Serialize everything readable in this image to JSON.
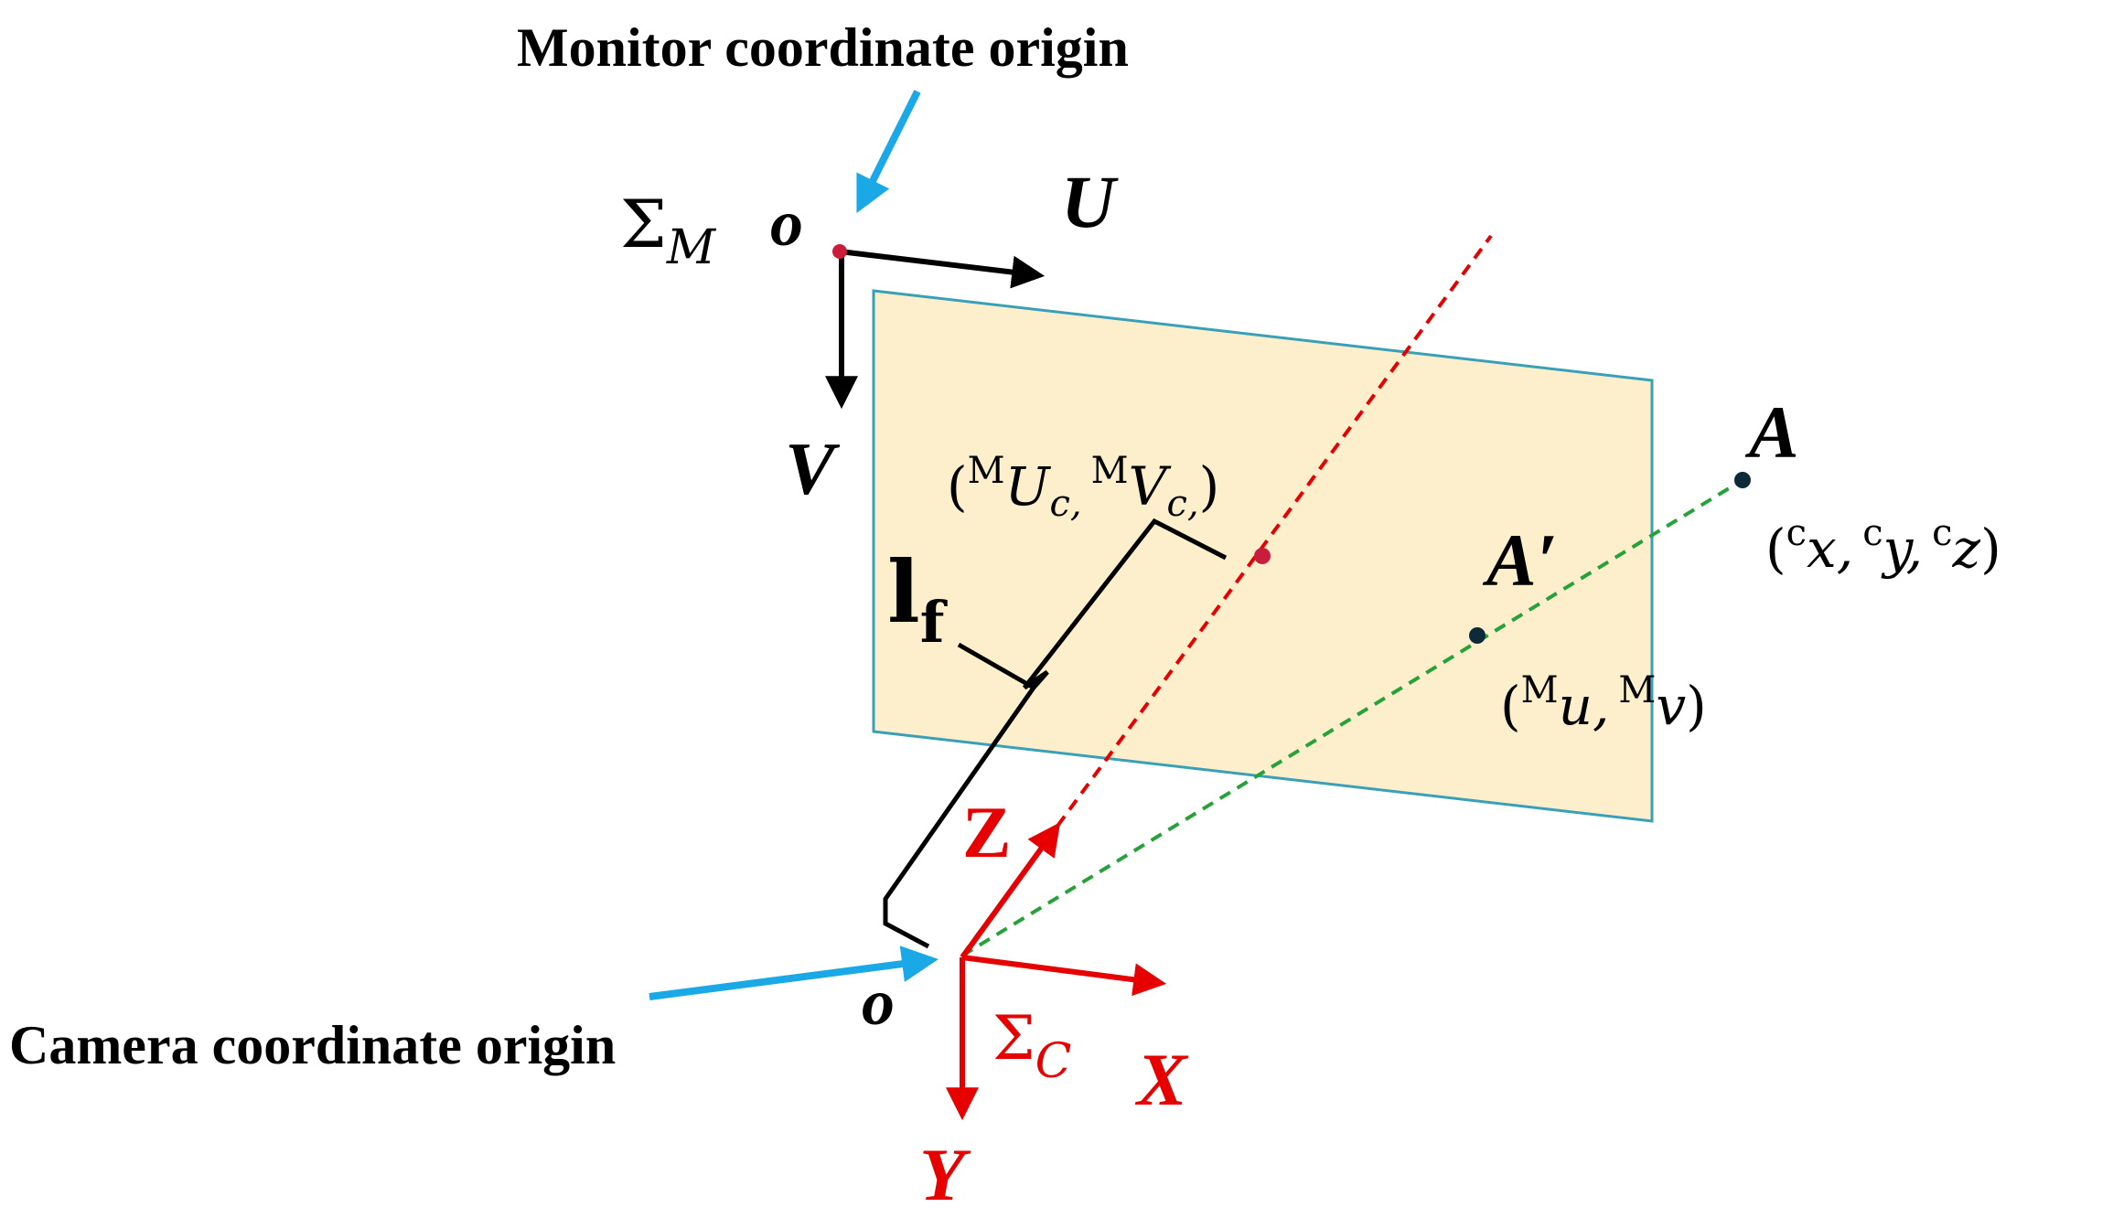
{
  "colors": {
    "black": "#000000",
    "red": "#e60000",
    "blue": "#1aa9e6",
    "green": "#27a23a",
    "plane_fill": "#fdefcc",
    "plane_stroke": "#3aa0b8",
    "point_dark": "#0d2a38",
    "point_red": "#c81e3c"
  },
  "labels": {
    "monitor_origin_caption": "Monitor coordinate origin",
    "camera_origin_caption": "Camera coordinate origin",
    "sigma_m_main": "Σ",
    "sigma_m_sub": "M",
    "monitor_o": "o",
    "axis_u": "U",
    "axis_v": "V",
    "camera_o": "o",
    "sigma_c_main": "Σ",
    "sigma_c_sub": "C",
    "axis_x": "X",
    "axis_y": "Y",
    "axis_z": "Z",
    "focal_main": "l",
    "focal_sub": "f",
    "point_a": "A",
    "point_a_prime": "A′",
    "center_coords": {
      "open": "(",
      "sup1": "M",
      "var1": "U",
      "sub1": "c,",
      "comma": ", ",
      "sup2": "M",
      "var2": "V",
      "sub2": "c,",
      "close": ")"
    },
    "a_prime_coords": {
      "open": "(",
      "sup1": "M",
      "var1": "u,",
      "sup2": "M",
      "var2": "v",
      "close": ")"
    },
    "a_coords": {
      "open": "(",
      "sup1": "c",
      "var1": "x,",
      "sup2": "c",
      "var2": "y,",
      "sup3": "c",
      "var3": "z",
      "close": ")"
    }
  },
  "icons": {
    "monitor_arrow": "blue-pointer-arrow",
    "camera_arrow": "blue-pointer-arrow"
  }
}
